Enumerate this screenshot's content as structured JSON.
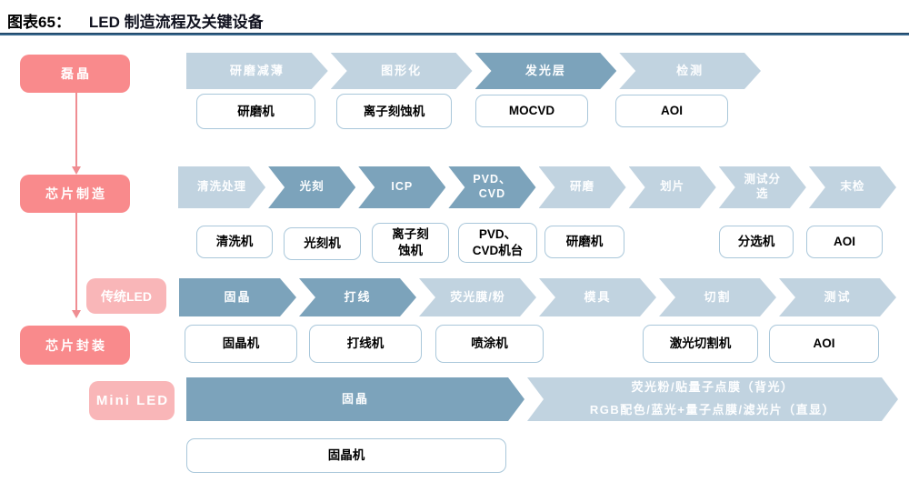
{
  "header": {
    "figure_label": "图表65：",
    "title": "LED 制造流程及关键设备"
  },
  "stages": {
    "epitaxy": "磊晶",
    "chip_mfg": "芯片制造",
    "packaging": "芯片封装",
    "traditional_led": "传统LED",
    "mini_led": "Mini LED"
  },
  "rows": {
    "epitaxy": {
      "steps": [
        {
          "label": "研磨减薄",
          "tone": "light"
        },
        {
          "label": "图形化",
          "tone": "light"
        },
        {
          "label": "发光层",
          "tone": "dark"
        },
        {
          "label": "检测",
          "tone": "light"
        }
      ],
      "equipment": [
        {
          "label": "研磨机"
        },
        {
          "label": "离子刻蚀机"
        },
        {
          "label": "MOCVD"
        },
        {
          "label": "AOI"
        }
      ]
    },
    "chip_mfg": {
      "steps": [
        {
          "label": "清洗处理",
          "tone": "light"
        },
        {
          "label": "光刻",
          "tone": "dark"
        },
        {
          "label": "ICP",
          "tone": "dark"
        },
        {
          "label": "PVD、\nCVD",
          "tone": "dark"
        },
        {
          "label": "研磨",
          "tone": "light"
        },
        {
          "label": "划片",
          "tone": "light"
        },
        {
          "label": "测试分\n选",
          "tone": "light"
        },
        {
          "label": "末检",
          "tone": "light"
        }
      ],
      "equipment": [
        {
          "label": "清洗机"
        },
        {
          "label": "光刻机"
        },
        {
          "label": "离子刻\n蚀机"
        },
        {
          "label": "PVD、\nCVD机台"
        },
        {
          "label": "研磨机"
        },
        {
          "label": "分选机"
        },
        {
          "label": "AOI"
        }
      ]
    },
    "packaging": {
      "steps": [
        {
          "label": "固晶",
          "tone": "dark"
        },
        {
          "label": "打线",
          "tone": "dark"
        },
        {
          "label": "荧光膜/粉",
          "tone": "light"
        },
        {
          "label": "模具",
          "tone": "light"
        },
        {
          "label": "切割",
          "tone": "light"
        },
        {
          "label": "测试",
          "tone": "light"
        }
      ],
      "equipment": [
        {
          "label": "固晶机"
        },
        {
          "label": "打线机"
        },
        {
          "label": "喷涂机"
        },
        {
          "label": "激光切割机"
        },
        {
          "label": "AOI"
        }
      ]
    },
    "mini_led": {
      "steps": [
        {
          "label": "固晶",
          "tone": "dark"
        },
        {
          "label": "荧光粉/贴量子点膜（背光）\nRGB配色/蓝光+量子点膜/滤光片（直显）",
          "tone": "light"
        }
      ],
      "equipment": [
        {
          "label": "固晶机"
        }
      ]
    }
  },
  "colors": {
    "chevron_light": "#c1d3e0",
    "chevron_dark": "#7ca3bb",
    "stage_pink": "#f98a8c",
    "stage_light_pink": "#f9b6b8",
    "box_border": "#a9c7da",
    "rule_blue": "#35658b",
    "arrow_pink": "#ef8d92"
  }
}
